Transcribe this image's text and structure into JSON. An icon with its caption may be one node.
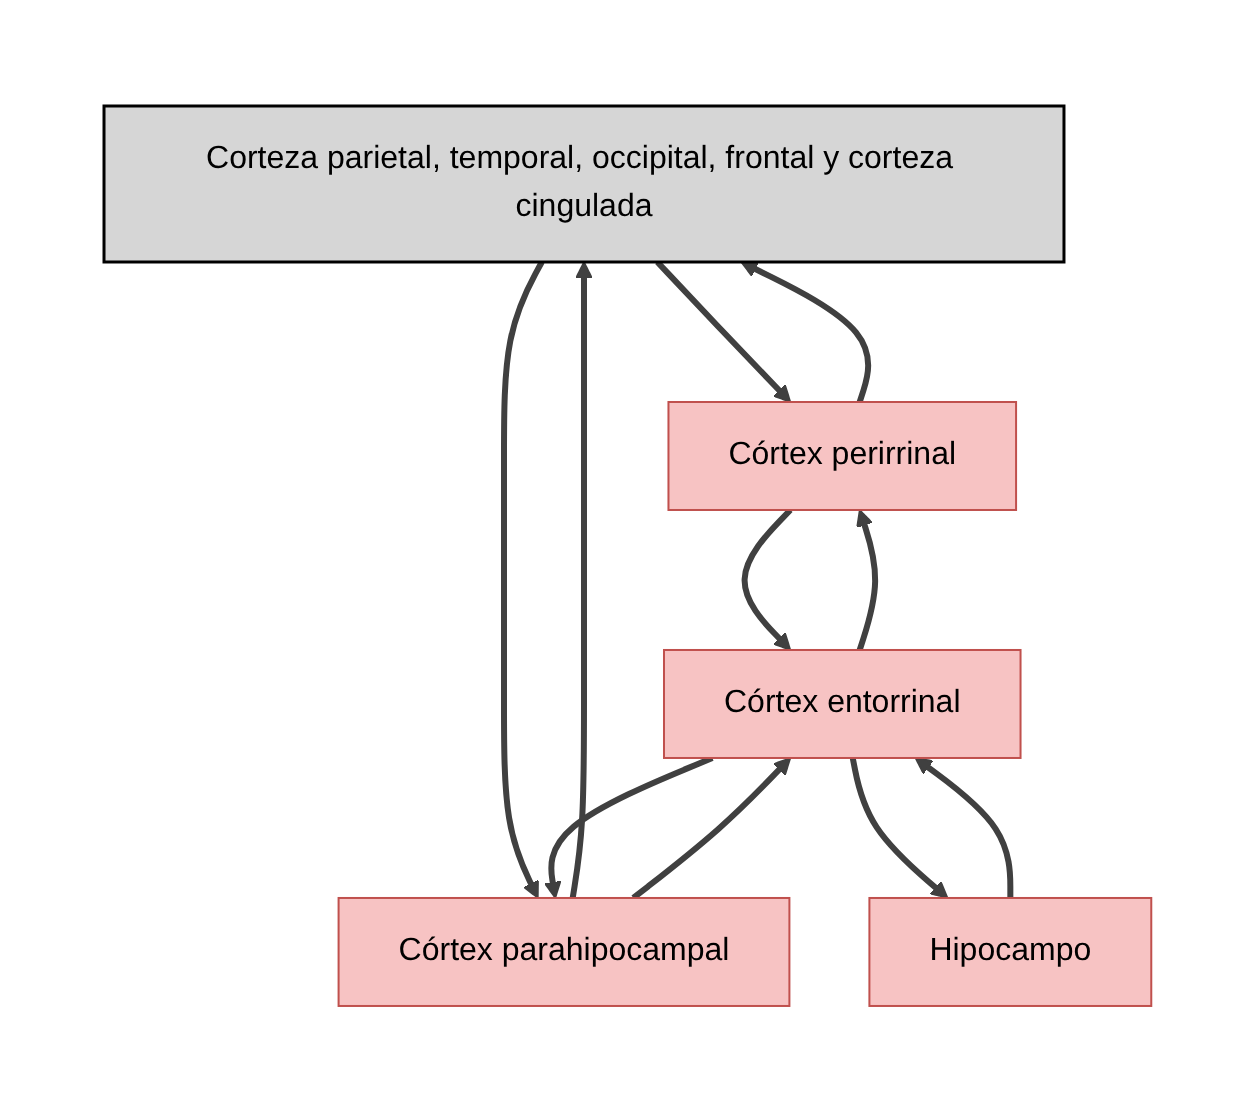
{
  "diagram": {
    "nodes": [
      {
        "text": [
          "Corteza parietal, temporal, occipital, frontal y corteza cingulada"
        ]
      },
      {
        "text": [
          "Córtex perirrinal"
        ]
      },
      {
        "text": [
          "Córtex parahipocampal"
        ]
      },
      {
        "text": [
          "Córtex entorrinal"
        ]
      },
      {
        "text": [
          "Hipocampo"
        ]
      }
    ],
    "edges": [
      {
        "from": 0,
        "to": 1,
        "arrow": "to"
      },
      {
        "from": 1,
        "to": 0,
        "arrow": "to"
      },
      {
        "from": 2,
        "to": 0,
        "arrow": "to"
      },
      {
        "from": 0,
        "to": 2,
        "arrow": "to"
      },
      {
        "from": 1,
        "to": 3,
        "arrow": "to"
      },
      {
        "from": 3,
        "to": 1,
        "arrow": "to"
      },
      {
        "from": 2,
        "to": 3,
        "arrow": "to"
      },
      {
        "from": 3,
        "to": 2,
        "arrow": "to"
      },
      {
        "from": 3,
        "to": 4,
        "arrow": "to"
      },
      {
        "from": 4,
        "to": 3,
        "arrow": "to"
      }
    ]
  }
}
